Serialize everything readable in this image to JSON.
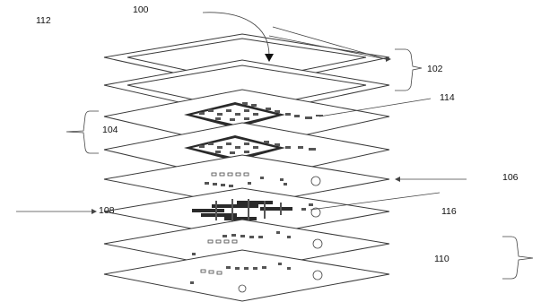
{
  "diagram": {
    "labels": {
      "assembly": "100",
      "device": "112",
      "frame": "102",
      "upper_pair": "104",
      "circuit_area": "114",
      "board": "106",
      "middle_board": "108",
      "middle_lead": "116",
      "lower_pair": "110"
    },
    "colors": {
      "line": "#3a3a3a",
      "background": "#ffffff"
    }
  }
}
